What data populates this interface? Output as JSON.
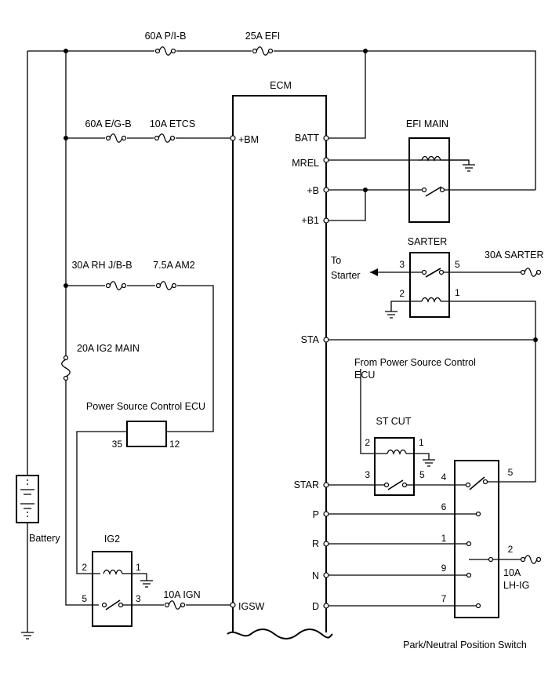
{
  "fuses": {
    "f60a_pib": "60A P/I-B",
    "f25a_efi": "25A EFI",
    "f60a_egb": "60A E/G-B",
    "f10a_etcs": "10A ETCS",
    "f30a_rhjbb": "30A RH J/B-B",
    "f75a_am2": "7.5A  AM2",
    "f20a_ig2main": "20A IG2 MAIN",
    "f10a_ign": "10A IGN",
    "f30a_sarter": "30A SARTER",
    "f10a_lhig_1": "10A",
    "f10a_lhig_2": "LH-IG"
  },
  "ecm": {
    "title": "ECM",
    "pins": {
      "bm": "+BM",
      "batt": "BATT",
      "mrel": "MREL",
      "b": "+B",
      "b1": "+B1",
      "sta": "STA",
      "star": "STAR",
      "igsw": "IGSW"
    }
  },
  "relays": {
    "efi_main": "EFI MAIN",
    "sarter": "SARTER",
    "st_cut": "ST CUT",
    "ig2": "IG2"
  },
  "pins": {
    "sarter_3": "3",
    "sarter_5": "5",
    "sarter_2": "2",
    "sarter_1": "1",
    "stcut_2": "2",
    "stcut_1": "1",
    "stcut_3": "3",
    "stcut_5": "5",
    "ig2_2": "2",
    "ig2_1": "1",
    "ig2_5": "5",
    "ig2_3": "3",
    "psc_35": "35",
    "psc_12": "12",
    "pnp_4": "4",
    "pnp_5": "5",
    "pnp_6": "6",
    "pnp_1": "1",
    "pnp_9": "9",
    "pnp_7": "7",
    "pnp_2": "2"
  },
  "labels": {
    "to_starter_1": "To",
    "to_starter_2": "Starter",
    "from_psc_1": "From Power Source Control",
    "from_psc_2": "ECU",
    "psc_ecu": "Power Source Control ECU",
    "battery": "Battery",
    "pnp_switch": "Park/Neutral Position Switch",
    "gear_p": "P",
    "gear_r": "R",
    "gear_n": "N",
    "gear_d": "D"
  }
}
